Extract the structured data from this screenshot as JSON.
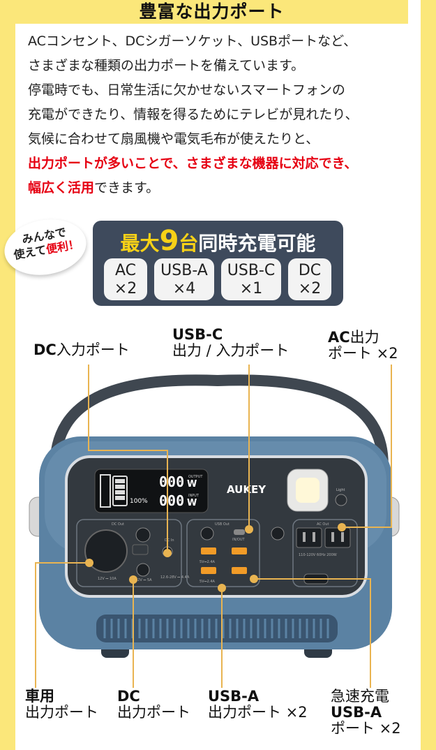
{
  "header": {
    "title": "豊富な出力ポート"
  },
  "description": {
    "lines": [
      "ACコンセント、DCシガーソケット、USBポートなど、",
      "さまざまな種類の出力ポートを備えています。",
      "停電時でも、日常生活に欠かせないスマートフォンの",
      "充電ができたり、情報を得るためにテレビが見れたり、",
      "気候に合わせて扇風機や電気毛布が使えたりと、"
    ],
    "highlight_line1": "出力ポートが多いことで、さまざまな機器に対応でき、",
    "highlight_line2": "幅広く活用",
    "tail": "できます。"
  },
  "bubble": {
    "line1": "みんなで",
    "line2_a": "使えて",
    "line2_b": "便利！"
  },
  "spec": {
    "prefix": "最大",
    "count": "9",
    "unit": "台",
    "suffix": "同時充電可能",
    "ports": [
      {
        "name": "AC",
        "count": "×2"
      },
      {
        "name": "USB-A",
        "count": "×4"
      },
      {
        "name": "USB-C",
        "count": "×1"
      },
      {
        "name": "DC",
        "count": "×2"
      }
    ]
  },
  "callouts": {
    "dc_input": {
      "bold": "DC",
      "normal": "入力ポート"
    },
    "usbc": {
      "line1": "USB-C",
      "line2": "出力 / 入力ポート"
    },
    "ac": {
      "line1_bold": "AC",
      "line1_normal": "出力",
      "line2": "ポート ×2"
    },
    "car": {
      "line1": "車用",
      "line2": "出力ポート"
    },
    "dc_out": {
      "line1": "DC",
      "line2": "出力ポート"
    },
    "usba": {
      "line1": "USB-A",
      "line2": "出力ポート ×2"
    },
    "fast": {
      "line1": "急速充電",
      "line2": "USB-A",
      "line3": "ポート ×2"
    }
  },
  "device": {
    "brand": "AUKEY",
    "display_top": "000",
    "display_bottom": "000",
    "display_unit": "W",
    "display_out": "OUTPUT",
    "display_in": "INPUT",
    "display_percent": "100%",
    "light_label": "Light",
    "dc_out_label": "DC Out",
    "dc_in_label": "DC In",
    "dc_in_spec": "12.6-28V ⎓ 4.4A",
    "car_spec": "12V ⎓ 10A",
    "dc_out_spec": "12V ⎓ 5A",
    "usb_label": "USB Out",
    "usbc_label": "IN/OUT",
    "usba_spec": "5V⎓2.4A",
    "ac_label": "AC Out",
    "ac_spec": "110-120V 60Hz 200W"
  },
  "colors": {
    "accent_yellow": "#fbe77a",
    "highlight_red": "#e60012",
    "spec_bg": "#3e4a5c",
    "callout_line": "#e9b451",
    "device_body": "#5b82a3"
  }
}
